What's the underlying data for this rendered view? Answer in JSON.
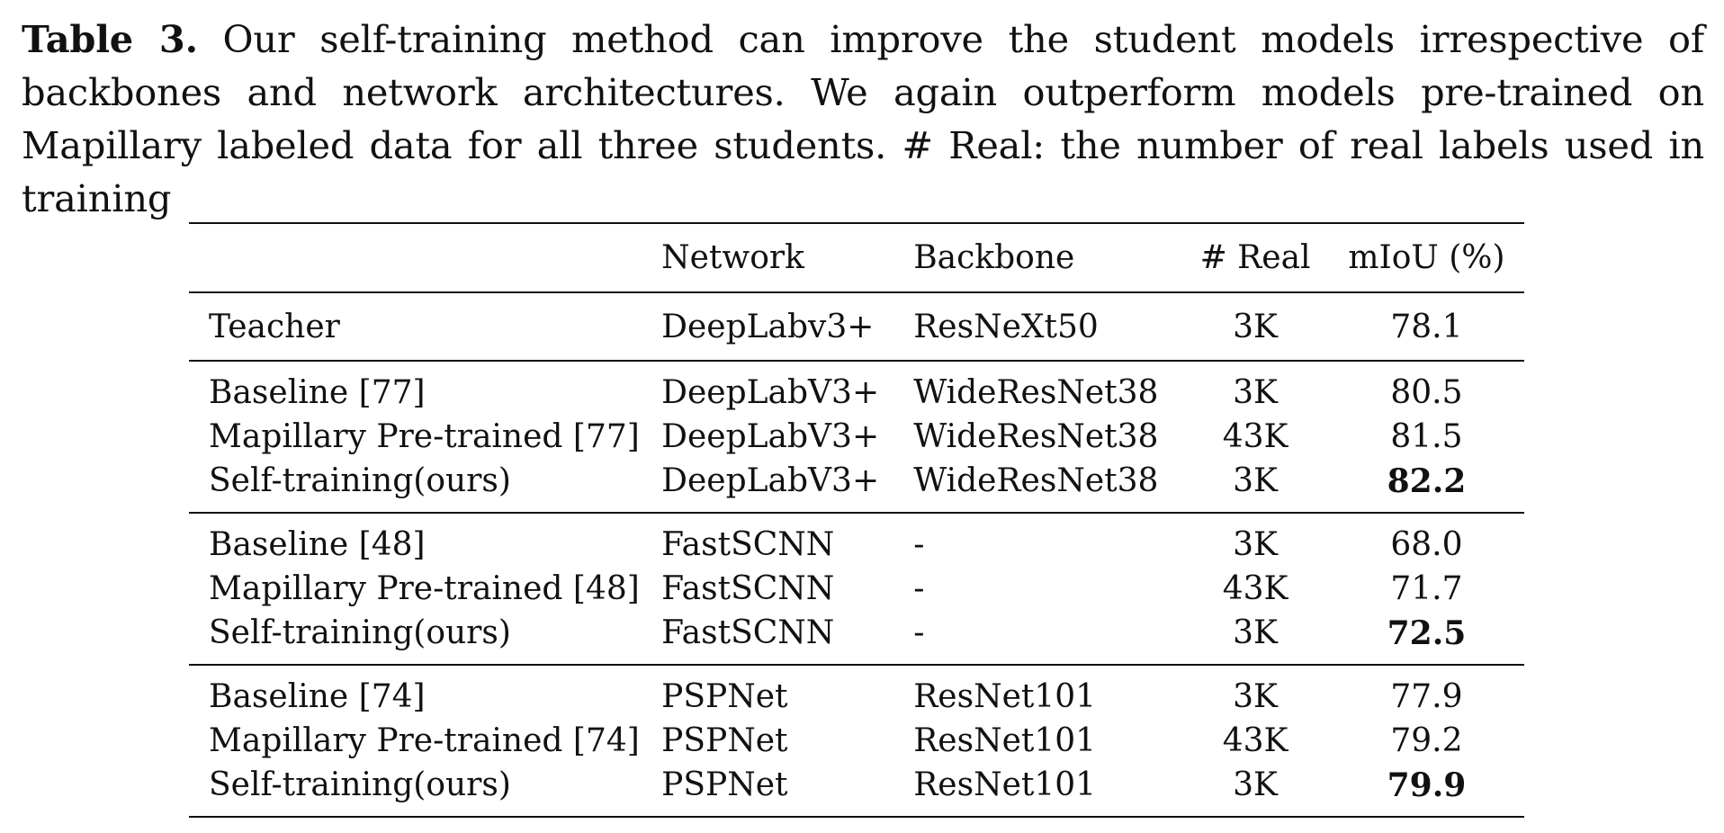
{
  "caption": {
    "label": "Table 3.",
    "text": " Our self-training method can improve the student models irrespective of backbones and network architectures. We again outperform models pre-trained on Mapillary labeled data for all three students. # Real: the number of real labels used in training"
  },
  "table": {
    "headers": {
      "method": "",
      "network": "Network",
      "backbone": "Backbone",
      "real": "# Real",
      "miou": "mIoU (%)"
    },
    "teacher": {
      "method": "Teacher",
      "network": "DeepLabv3+",
      "backbone": "ResNeXt50",
      "real": "3K",
      "miou": "78.1"
    },
    "groups": [
      {
        "rows": [
          {
            "method": "Baseline [77]",
            "network": "DeepLabV3+",
            "backbone": "WideResNet38",
            "real": "3K",
            "miou": "80.5",
            "bold": false
          },
          {
            "method": "Mapillary Pre-trained [77]",
            "network": "DeepLabV3+",
            "backbone": "WideResNet38",
            "real": "43K",
            "miou": "81.5",
            "bold": false
          },
          {
            "method": "Self-training(ours)",
            "network": "DeepLabV3+",
            "backbone": "WideResNet38",
            "real": "3K",
            "miou": "82.2",
            "bold": true
          }
        ]
      },
      {
        "rows": [
          {
            "method": "Baseline [48]",
            "network": "FastSCNN",
            "backbone": "-",
            "real": "3K",
            "miou": "68.0",
            "bold": false
          },
          {
            "method": "Mapillary Pre-trained [48]",
            "network": "FastSCNN",
            "backbone": "-",
            "real": "43K",
            "miou": "71.7",
            "bold": false
          },
          {
            "method": "Self-training(ours)",
            "network": "FastSCNN",
            "backbone": "-",
            "real": "3K",
            "miou": "72.5",
            "bold": true
          }
        ]
      },
      {
        "rows": [
          {
            "method": "Baseline [74]",
            "network": "PSPNet",
            "backbone": "ResNet101",
            "real": "3K",
            "miou": "77.9",
            "bold": false
          },
          {
            "method": "Mapillary Pre-trained [74]",
            "network": "PSPNet",
            "backbone": "ResNet101",
            "real": "43K",
            "miou": "79.2",
            "bold": false
          },
          {
            "method": "Self-training(ours)",
            "network": "PSPNet",
            "backbone": "ResNet101",
            "real": "3K",
            "miou": "79.9",
            "bold": true
          }
        ]
      }
    ]
  }
}
